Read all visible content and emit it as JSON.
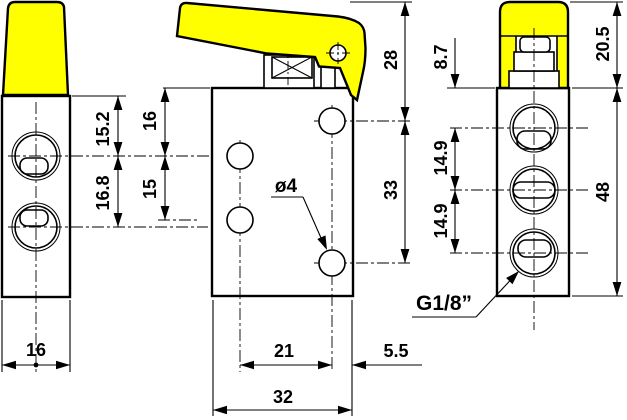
{
  "drawing": {
    "colors": {
      "lever": "#ffff00",
      "lines": "#000000",
      "background": "#ffffff"
    },
    "views": {
      "left_side": {
        "dim_top_to_port1": "15.2",
        "dim_port1_to_port2": "16.8",
        "dim_width": "16"
      },
      "front": {
        "dim_top_to_hole_left": "16",
        "dim_hole_left_spacing": "15",
        "dim_lever_top_to_hole": "28",
        "dim_hole_right_spacing": "33",
        "hole_diameter": "ø4",
        "dim_holes_horizontal": "21",
        "dim_hole_to_edge": "5.5",
        "dim_width": "32"
      },
      "right_side": {
        "dim_top_to_port1": "8.7",
        "dim_port1_to_port2": "14.9",
        "dim_port2_to_port3": "14.9",
        "dim_lever_height": "20.5",
        "dim_body_height": "48",
        "thread_label": "G1/8”"
      }
    }
  }
}
